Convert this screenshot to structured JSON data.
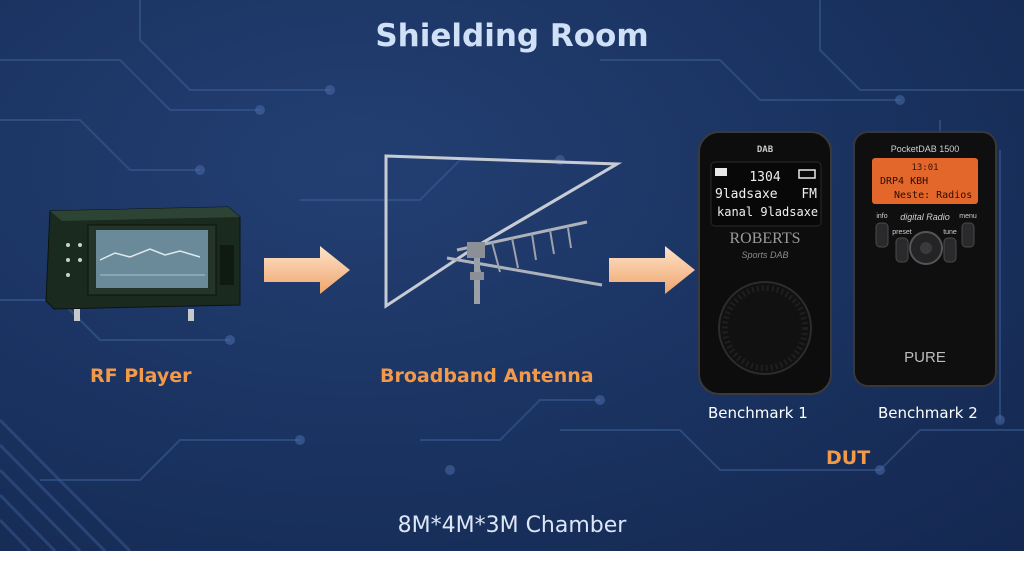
{
  "title": "Shielding Room",
  "devices": {
    "rf_player": {
      "label": "RF Player"
    },
    "antenna": {
      "label": "Broadband Antenna"
    },
    "benchmark1": {
      "label": "Benchmark 1",
      "brand": "ROBERTS",
      "model": "Sports DAB",
      "top_logo": "DAB",
      "screen_time": "1304",
      "screen_line1": "9ladsaxe",
      "screen_band": "FM",
      "screen_line2": "kanal 9ladsaxe"
    },
    "benchmark2": {
      "label": "Benchmark 2",
      "model": "PocketDAB 1500",
      "screen_time": "13:01",
      "screen_line1": "DRP4 KBH",
      "screen_line2": "Neste: Radios",
      "brand": "PURE",
      "logo": "digital Radio",
      "buttons": [
        "info",
        "preset",
        "tune",
        "menu"
      ]
    }
  },
  "dut_label": "DUT",
  "chamber": "8M*4M*3M Chamber",
  "colors": {
    "background": "#1b3463",
    "accent": "#f29a4a",
    "arrow": "#f5b98a",
    "title": "#cfe0f7"
  }
}
